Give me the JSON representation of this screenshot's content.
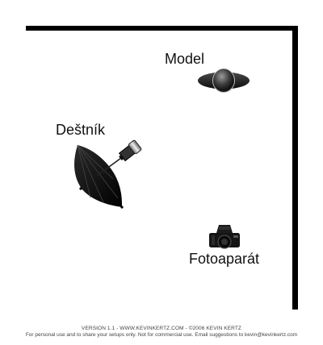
{
  "labels": {
    "model": "Model",
    "umbrella": "Deštník",
    "camera": "Fotoaparát"
  },
  "icons": {
    "model": "person-head-shoulders-icon",
    "umbrella": "photo-umbrella-light-icon",
    "camera": "camera-icon"
  },
  "footer": {
    "line1": "VERSION 1.1  -   WWW.KEVINKERTZ.COM   -  ©2006 KEVIN KERTZ",
    "line2": "For personal use and to share your setups only. Not for commercial use.  Email suggestions to kevin@kevinkertz.com"
  },
  "colors": {
    "background": "#ffffff",
    "walls": "#000000",
    "objects": "#1a1a1a"
  }
}
